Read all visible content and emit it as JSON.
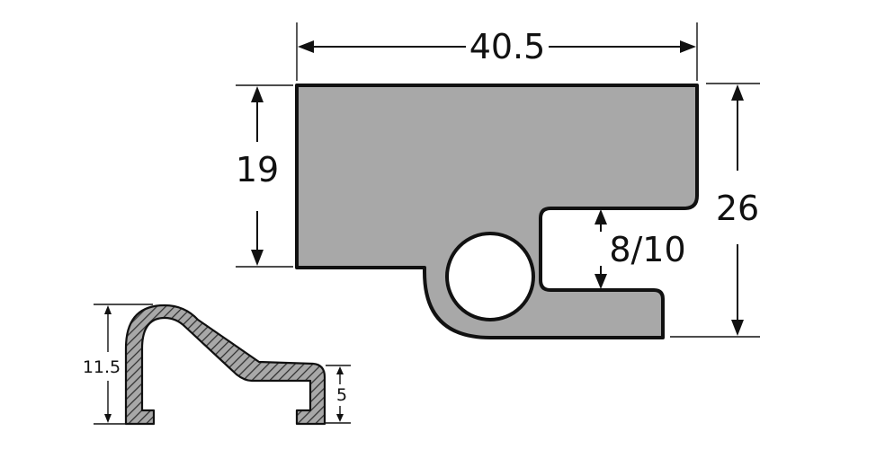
{
  "dimensions": {
    "width": "40.5",
    "height_left": "19",
    "height_right": "26",
    "slot": "8/10",
    "small_height": "11.5",
    "small_lip": "5"
  },
  "colors": {
    "profile_fill": "#a8a8a8",
    "outline": "#111111",
    "hatch": "#333333"
  }
}
